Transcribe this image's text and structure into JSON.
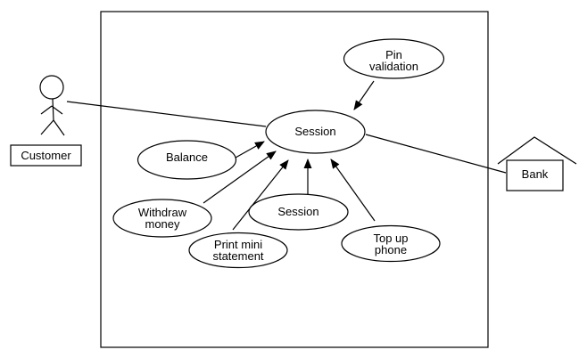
{
  "diagram_type": "uml-use-case",
  "colors": {
    "stroke": "#000000",
    "background": "#ffffff",
    "text": "#000000"
  },
  "actors": [
    {
      "id": "customer",
      "label": "Customer",
      "shape": "stick-figure"
    },
    {
      "id": "bank",
      "label": "Bank",
      "shape": "house"
    }
  ],
  "use_cases": [
    {
      "id": "pin-validation",
      "lines": [
        "Pin",
        "validation"
      ]
    },
    {
      "id": "session-main",
      "lines": [
        "Session"
      ]
    },
    {
      "id": "balance",
      "lines": [
        "Balance"
      ]
    },
    {
      "id": "withdraw-money",
      "lines": [
        "Withdraw",
        "money"
      ]
    },
    {
      "id": "session-secondary",
      "lines": [
        "Session"
      ]
    },
    {
      "id": "print-mini-statement",
      "lines": [
        "Print mini",
        "statement"
      ]
    },
    {
      "id": "top-up-phone",
      "lines": [
        "Top up",
        "phone"
      ]
    }
  ],
  "connections": [
    {
      "from": "customer",
      "to": "session-main",
      "type": "association-line"
    },
    {
      "from": "session-main",
      "to": "bank",
      "type": "association-line"
    },
    {
      "from": "pin-validation",
      "to": "session-main",
      "type": "arrow"
    },
    {
      "from": "balance",
      "to": "session-main",
      "type": "arrow"
    },
    {
      "from": "withdraw-money",
      "to": "session-main",
      "type": "arrow"
    },
    {
      "from": "print-mini-statement",
      "to": "session-main",
      "type": "arrow"
    },
    {
      "from": "session-secondary",
      "to": "session-main",
      "type": "arrow"
    },
    {
      "from": "top-up-phone",
      "to": "session-main",
      "type": "arrow"
    }
  ]
}
